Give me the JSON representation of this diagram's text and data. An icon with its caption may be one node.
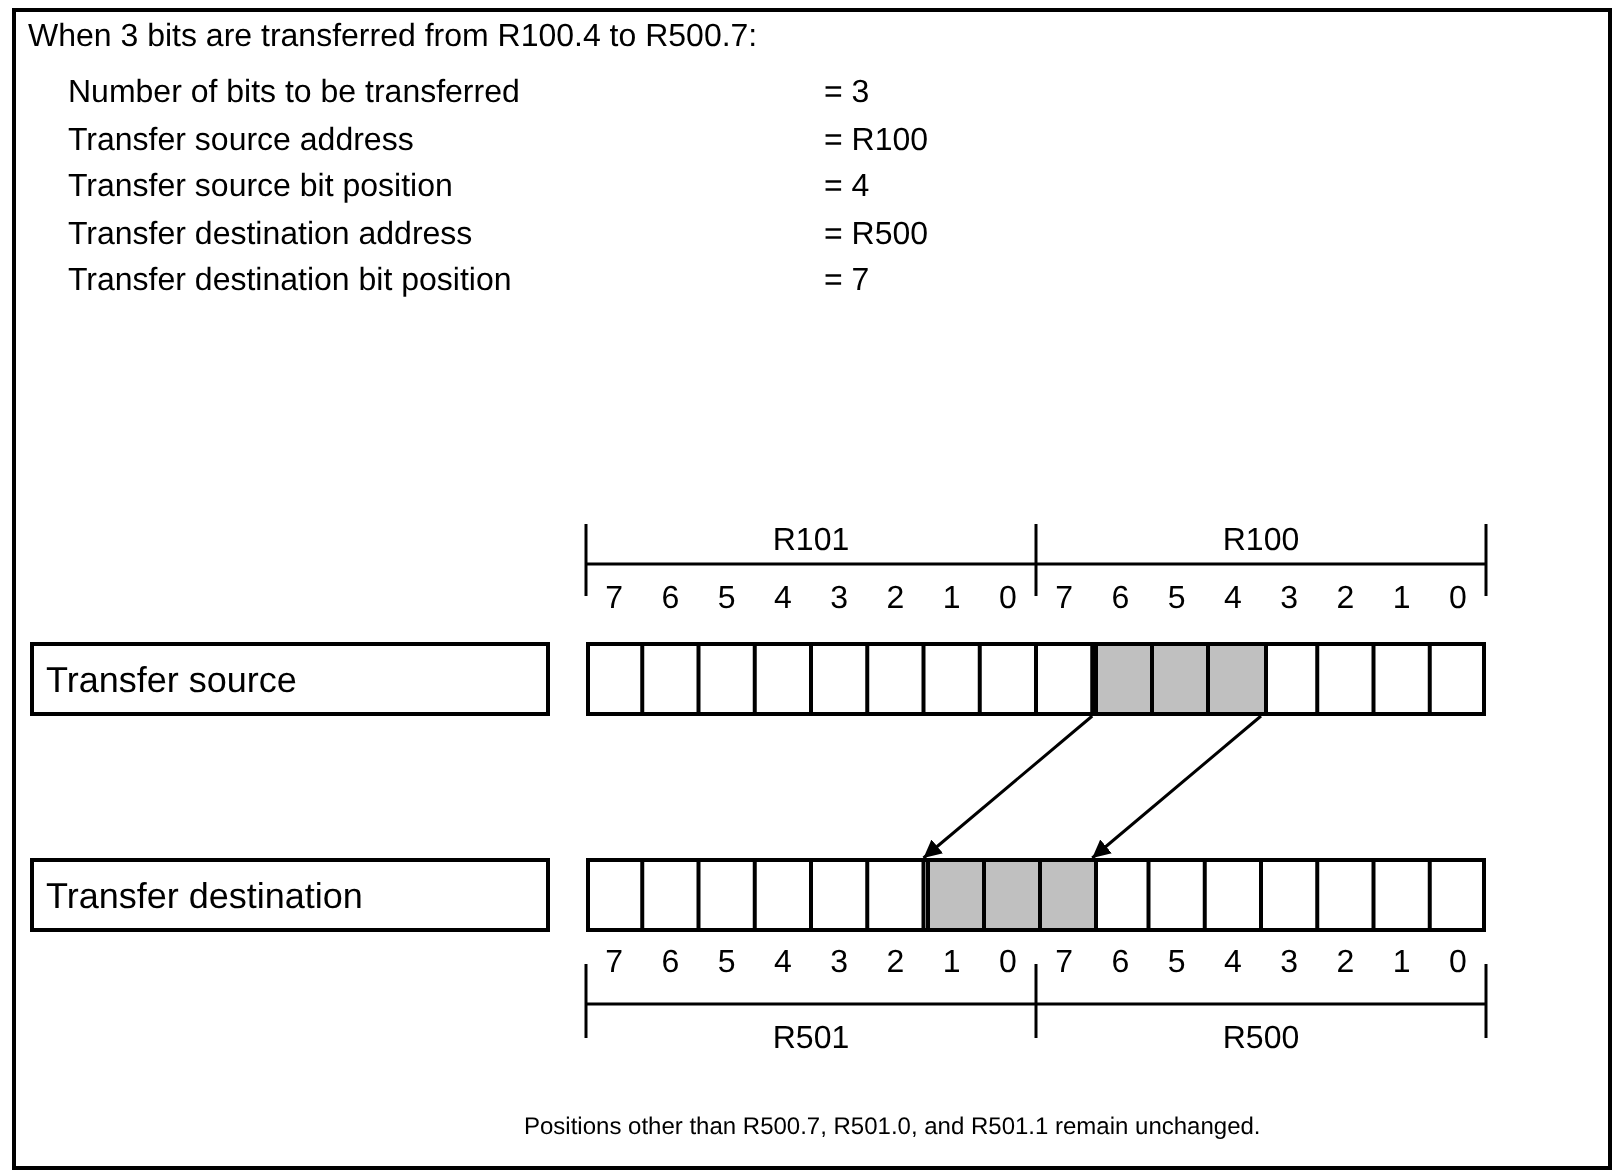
{
  "diagram": {
    "nodes": [
      {
        "text": [
          "Transfer source"
        ]
      },
      {
        "text": [
          "Transfer destination"
        ]
      },
      {
        "text": [],
        "shape": "bar"
      },
      {
        "text": [],
        "shape": "box",
        "in": 2
      },
      {
        "text": [],
        "shape": "box",
        "in": 2
      },
      {
        "text": [],
        "shape": "box",
        "in": 2
      },
      {
        "text": [],
        "shape": "bar"
      },
      {
        "text": [],
        "shape": "box",
        "in": 6
      },
      {
        "text": [],
        "shape": "box",
        "in": 6
      },
      {
        "text": [],
        "shape": "box",
        "in": 6
      }
    ],
    "edges": [
      {
        "from": 3,
        "to": 7,
        "arrow": "to"
      },
      {
        "from": 5,
        "to": 9,
        "arrow": "to"
      }
    ],
    "labels": [
      "When 3 bits are transferred from R100.4 to R500.7:",
      "Number of bits to be transferred",
      "= 3",
      "Transfer source address",
      "= R100",
      "Transfer source bit position",
      "= 4",
      "Transfer destination address",
      "= R500",
      "Transfer destination bit position",
      "= 7",
      "R101",
      "R100",
      "7",
      "6",
      "5",
      "4",
      "3",
      "2",
      "1",
      "0",
      "7",
      "6",
      "5",
      "4",
      "3",
      "2",
      "1",
      "0",
      "7",
      "6",
      "5",
      "4",
      "3",
      "2",
      "1",
      "0",
      "7",
      "6",
      "5",
      "4",
      "3",
      "2",
      "1",
      "0",
      "R501",
      "R500",
      "Positions other than R500.7, R501.0, and R501.1 remain unchanged."
    ]
  }
}
